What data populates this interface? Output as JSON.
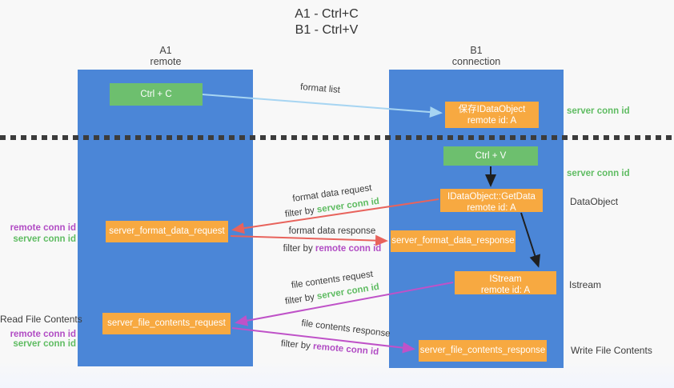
{
  "title": {
    "line1": "A1 - Ctrl+C",
    "line2": "B1 - Ctrl+V"
  },
  "columns": {
    "left": {
      "id": "A1",
      "subtitle": "remote"
    },
    "right": {
      "id": "B1",
      "subtitle": "connection"
    }
  },
  "nodes": {
    "ctrl_c": "Ctrl + C",
    "ctrl_v": "Ctrl + V",
    "save_dataobject": {
      "line1": "保存IDataObject",
      "line2": "remote id: A"
    },
    "getdata": {
      "line1": "IDataObject::GetData",
      "line2": "remote id: A"
    },
    "istream": {
      "line1": "IStream",
      "line2": "remote id: A"
    },
    "server_format_data_request": "server_format_data_request",
    "server_format_data_response": "server_format_data_response",
    "server_file_contents_request": "server_file_contents_request",
    "server_file_contents_response": "server_file_contents_response"
  },
  "arrows": {
    "format_list": {
      "label": "format list"
    },
    "format_data_request": {
      "label": "format data request",
      "filter_prefix": "filter by ",
      "filter_key": "server conn id"
    },
    "format_data_response": {
      "label": "format data response",
      "filter_prefix": "filter by ",
      "filter_key": "remote conn id"
    },
    "file_contents_request": {
      "label": "file contents request",
      "filter_prefix": "filter by ",
      "filter_key": "server conn id"
    },
    "file_contents_response": {
      "label": "file contents response",
      "filter_prefix": "filter by ",
      "filter_key": "remote conn id"
    }
  },
  "side_labels": {
    "left": {
      "remote_conn_id_1": "remote conn id",
      "server_conn_id_1": "server conn id",
      "read_file_contents": "Read File Contents",
      "remote_conn_id_2": "remote conn id",
      "server_conn_id_2": "server conn id"
    },
    "right": {
      "server_conn_id_1": "server conn id",
      "server_conn_id_2": "server conn id",
      "dataobject": "DataObject",
      "istream": "Istream",
      "write_file_contents": "Write File Contents"
    }
  },
  "colors": {
    "column_blue": "#4b86d7",
    "node_green": "#6dbf6e",
    "node_orange": "#f7a941",
    "arrow_light_blue": "#a7d5f2",
    "arrow_red": "#e8635c",
    "arrow_magenta": "#bf52c8",
    "arrow_black": "#1f1f1f",
    "text_green": "#5fbc62",
    "text_purple": "#b14cc4",
    "text_dark": "#3b3b3b",
    "dash_line": "#3c3c3c",
    "background": "#f8f8f8"
  }
}
